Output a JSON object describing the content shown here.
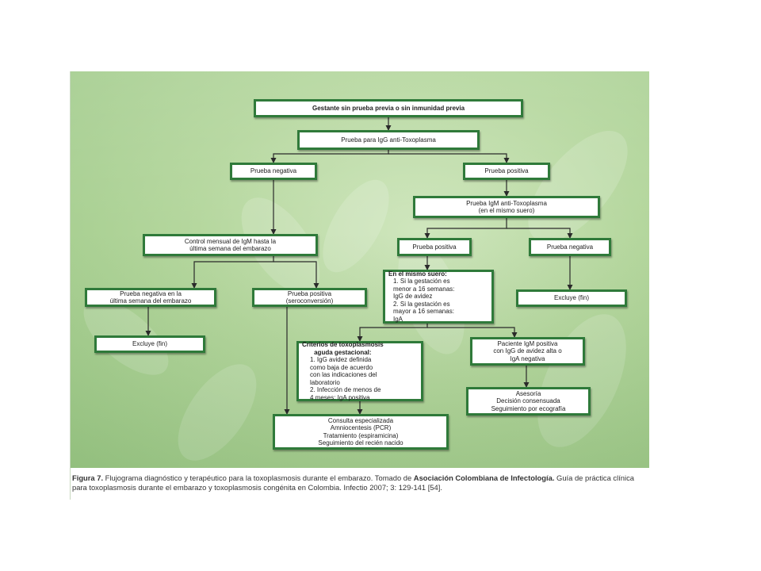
{
  "nodes": {
    "start": "Gestante sin prueba previa o sin inmunidad previa",
    "igg_test": "Prueba para IgG anti-Toxoplasma",
    "igg_negative": "Prueba negativa",
    "igg_positive": "Prueba positiva",
    "igm_test_line1": "Prueba IgM anti-Toxoplasma",
    "igm_test_line2": "(en el mismo suero)",
    "monthly_igm_line1": "Control mensual de IgM hasta la",
    "monthly_igm_line2": "última semana del embarazo",
    "igm_positive": "Prueba positiva",
    "igm_negative": "Prueba negativa",
    "same_serum_title": "En el mismo suero:",
    "same_serum_line1": "1. Si la gestación es",
    "same_serum_line2": "menor a 16 semanas:",
    "same_serum_line3": "IgG de avidez",
    "same_serum_line4": "2. Si la gestación es",
    "same_serum_line5": "mayor a 16 semanas:",
    "same_serum_line6": "IgA",
    "last_week_negative_line1": "Prueba negativa en la",
    "last_week_negative_line2": "última semana del embarazo",
    "seroconversion_line1": "Prueba positiva",
    "seroconversion_line2": "(seroconversión)",
    "excluded_left": "Excluye (fin)",
    "excluded_right": "Excluye (fin)",
    "criteria_title_line1": "Criterios de toxoplasmosis",
    "criteria_title_line2": "aguda gestacional:",
    "criteria_line1": "1. IgG avidez definida",
    "criteria_line2": "como baja de acuerdo",
    "criteria_line3": "con las indicaciones del",
    "criteria_line4": "laboratorio",
    "criteria_line5": "2. Infección de menos de",
    "criteria_line6": "4 meses: IgA positiva",
    "high_avidity_line1": "Paciente IgM positiva",
    "high_avidity_line2": "con IgG de avidez alta o",
    "high_avidity_line3": "IgA negativa",
    "counseling_line1": "Asesoría",
    "counseling_line2": "Decisión consensuada",
    "counseling_line3": "Seguimiento por ecografía",
    "consult_line1": "Consulta especializada",
    "consult_line2": "Amniocentesis (PCR)",
    "consult_line3": "Tratamiento (espiramicina)",
    "consult_line4": "Seguimiento del recién nacido"
  },
  "caption": {
    "label": "Figura 7.",
    "text1": " Flujograma diagnóstico y terapéutico para la toxoplasmosis durante el embarazo. Tomado de ",
    "source_bold": "Asociación Colombiana de Infectología.",
    "text2": " Guía de práctica clínica para toxoplasmosis durante el embarazo y toxoplasmosis congénita en Colombia. Infectio 2007; 3: 129-141 [54]."
  },
  "colors": {
    "panel_green": "#b5d79e",
    "box_border": "#2f7a3a",
    "connector": "#2a2a2a"
  }
}
